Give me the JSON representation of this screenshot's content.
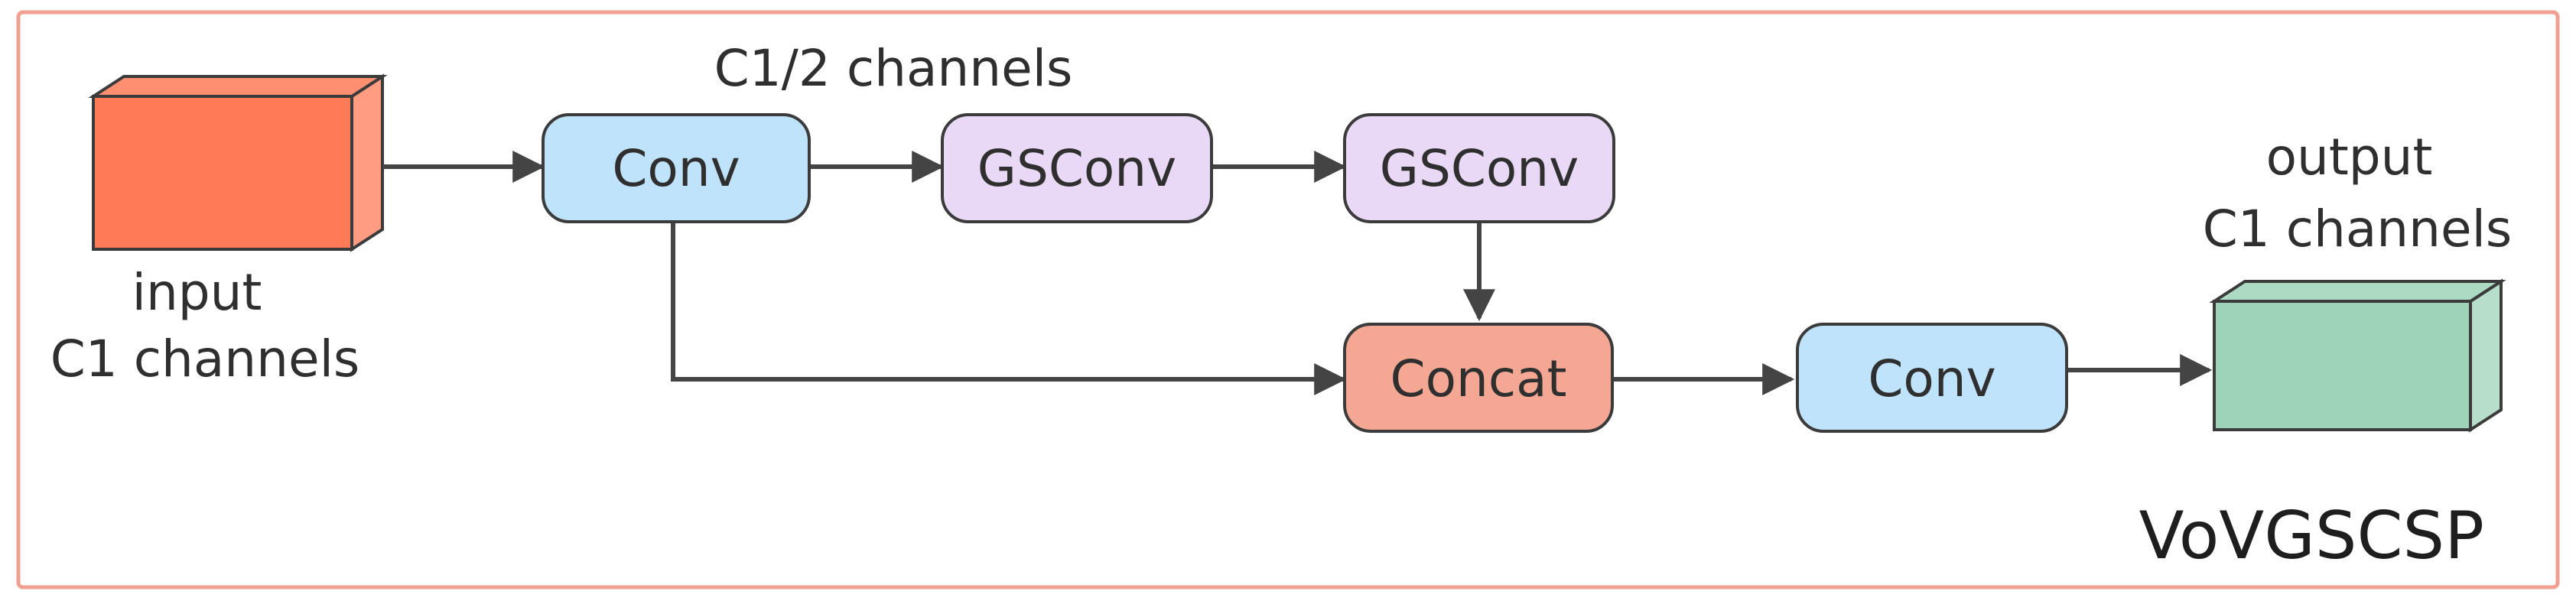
{
  "diagram": {
    "title": "VoVGSCSP",
    "top_caption": "C1/2 channels",
    "input_caption": [
      "input",
      "C1 channels"
    ],
    "output_caption": [
      "output",
      "C1 channels"
    ],
    "nodes": {
      "conv1": "Conv",
      "gsconv1": "GSConv",
      "gsconv2": "GSConv",
      "concat": "Concat",
      "conv2": "Conv"
    },
    "colors": {
      "frame": "#f0a090",
      "input_block": "#ff7b57",
      "output_block": "#9fd3b8",
      "conv": "#bfe3fa",
      "gsconv": "#ead9f6",
      "concat": "#f4a792",
      "stroke": "#3b3b3b",
      "arrow": "#444444"
    }
  }
}
